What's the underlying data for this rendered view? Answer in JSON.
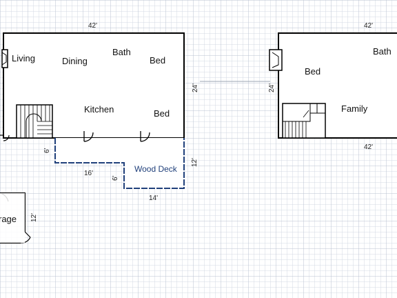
{
  "floor_left": {
    "rooms": {
      "living": "Living",
      "dining": "Dining",
      "bath": "Bath",
      "bed_top": "Bed",
      "kitchen": "Kitchen",
      "bed_bottom": "Bed"
    },
    "dims": {
      "top": "42'",
      "right": "24'",
      "deck_left": "6'",
      "deck_bottom_a": "16'",
      "deck_step": "6'",
      "deck_bottom_b": "14'",
      "deck_right": "12'"
    },
    "deck_label": "Wood Deck"
  },
  "floor_right": {
    "rooms": {
      "bath": "Bath",
      "bed": "Bed",
      "family": "Family"
    },
    "dims": {
      "top": "42'",
      "left": "24'",
      "bottom": "42'"
    }
  },
  "garage": {
    "label": "rage",
    "dim": "12'"
  },
  "colors": {
    "grid": "#c9d1de",
    "wall": "#000000",
    "deck_wall": "#1f3f7a"
  }
}
